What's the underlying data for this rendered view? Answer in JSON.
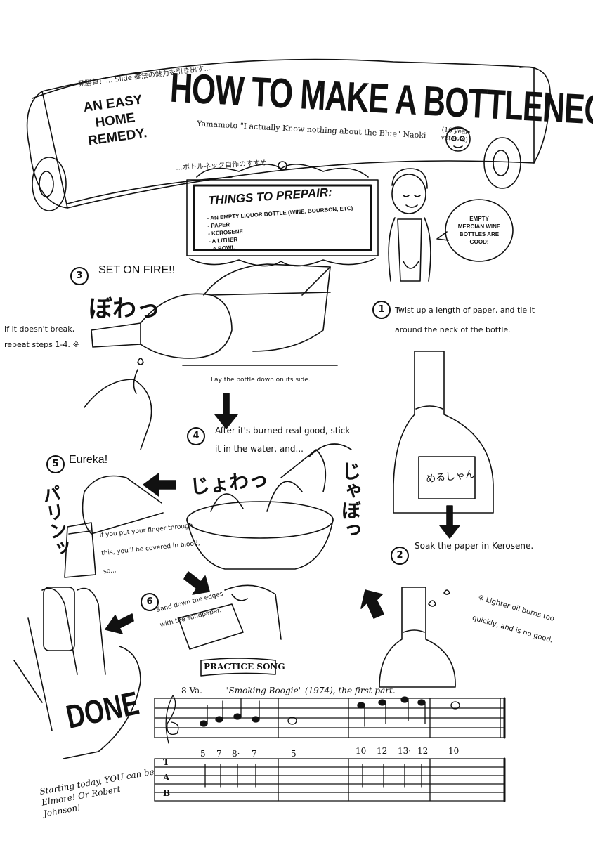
{
  "header": {
    "title": "HOW TO MAKE A BOTTLENECK",
    "subtitle_lines": [
      "AN EASY",
      "HOME",
      "REMEDY."
    ],
    "byline": "Yamamoto \"I actually Know nothing about the Blue\" Naoki",
    "byline_note": [
      "(16 year",
      "veteran)"
    ],
    "scroll_text_top": "一発勝負！… Slide 奏法の魅力を引き出す…",
    "scroll_text_bottom": "…ボトルネック自作のすすめ…"
  },
  "things": {
    "title": "THINGS TO PREPAIR:",
    "items": [
      "- AN EMPTY LIQUOR BOTTLE (WINE, BOURBON, ETC)",
      "- PAPER",
      "- KEROSENE",
      "- A LITHER",
      "- A BOWL"
    ]
  },
  "bubble": {
    "lines": [
      "EMPTY",
      "MERCIAN WINE",
      "BOTTLES ARE",
      "GOOD!"
    ]
  },
  "steps": [
    {
      "num": "1",
      "text_lines": [
        "Twist up a length of paper, and tie it",
        "around the neck of the bottle."
      ]
    },
    {
      "num": "2",
      "text": "Soak the paper in Kerosene."
    },
    {
      "num": "3",
      "text": "SET ON FIRE!!"
    },
    {
      "num": "4",
      "text_lines": [
        "After it's burned real good, stick",
        "it in the water, and..."
      ]
    },
    {
      "num": "5",
      "text": "Eureka!"
    },
    {
      "num": "6",
      "text_lines": [
        "Sand down the edges",
        "with the sandpaper."
      ]
    }
  ],
  "notes": {
    "repeat": [
      "If it doesn't break,",
      "repeat steps 1-4. ※"
    ],
    "lay": "Lay the bottle down on its side.",
    "blood": [
      "If you put your finger through",
      "this, you'll be covered in blood,",
      "so..."
    ],
    "lighter": [
      "※ Lighter oil burns too",
      "quickly, and is no good."
    ],
    "label_jp": "めるしゃん"
  },
  "sfx": {
    "bowa": "ぼわっ",
    "jowa": "じょわっ",
    "jabo": "じゃぼっ",
    "parin": "パリンッ"
  },
  "done": "DONE",
  "song": {
    "practice_label": "PRACTICE SONG",
    "title": "\"Smoking Boogie\" (1974), the first part.",
    "ottava": "8 Va.",
    "tab_numbers": [
      "5",
      "7",
      "8·",
      "7",
      "5",
      "10",
      "12",
      "13·",
      "12",
      "10"
    ],
    "tab_letters": [
      "T",
      "A",
      "B"
    ]
  },
  "closing": [
    "Starting today, YOU can be",
    "Elmore! Or Robert Johnson!"
  ]
}
